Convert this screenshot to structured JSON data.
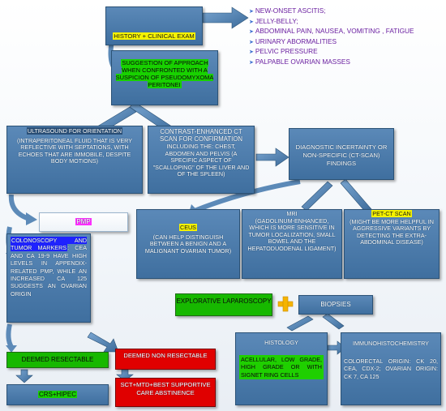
{
  "history": {
    "label": "History + clinical exam"
  },
  "symptoms": [
    "New-onset ascitis;",
    "Jelly-belly;",
    "Abdominal pain, nausea, vomiting , fatigue",
    "Urinary abormalities",
    "Pelvic pressure",
    "Palpable ovarian masses"
  ],
  "suggestion": {
    "label": "Suggestion of approach when confronted with a suspicion of pseudomyxoma peritonei"
  },
  "ultrasound": {
    "title": "Ultrasound for orientation",
    "text": "(intraperitoneal fluid that is very reflective with septations, with echoes that are immobile, despite body motions)"
  },
  "ct": {
    "title": "Contrast-enhanced CT scan for confirmation",
    "text": "including the: chest, abdomen and pelvis (a specific aspect of \"scalloping\" of the liver and of the spleen)"
  },
  "uncertainty": {
    "label": "Diagnostic incertainty or non-specific (CT-scan) findings"
  },
  "pmp": {
    "label": "PMP"
  },
  "colonoscopy": {
    "title": "Colonoscopy and tumor markers",
    "text": ": CEA and CA 19-9 have high levels in appendix-related PMP, while an increased CA 125 suggests an ovarian origin"
  },
  "ceus": {
    "title": "CEUS",
    "text": "(can help distinguish between a benign and a malignant ovarian tumor)"
  },
  "mri": {
    "title": "MRI",
    "text": "(gadolinum-enhanced, which is more sensitive in tumor localization, small bowel and the hepatoduodenal ligament)"
  },
  "petct": {
    "title": "PET-CT scan",
    "text": "(might be more helpful in aggressive variants by detecting the extra-abdominal disease)"
  },
  "laparoscopy": {
    "label": "Explorative laparoscopy"
  },
  "biopsies": {
    "label": "Biopsies"
  },
  "histology": {
    "title": "Histology",
    "text": "Acellular, low grade, high grade or with signet ring cells"
  },
  "ihc": {
    "title": "Immunohistochemistry",
    "text": "Colorectal origin: CK 20, CEA, CDX-2; ovarian origin: CK 7, CA 125"
  },
  "resectable": {
    "label": "Deemed resectable"
  },
  "nonresectable": {
    "label": "Deemed non resectable"
  },
  "crs": {
    "label": "CRS+HIPEC"
  },
  "sct": {
    "label": "SCT+MTD+best supportive care abstinence"
  },
  "colors": {
    "box": "#4a7cad",
    "yellow": "#f5f200",
    "green": "#18d100",
    "magenta": "#ff2fff",
    "blue": "#1f22ff",
    "red": "#e60000",
    "plus": "#f5b400",
    "list_text": "#6a1fa0"
  }
}
